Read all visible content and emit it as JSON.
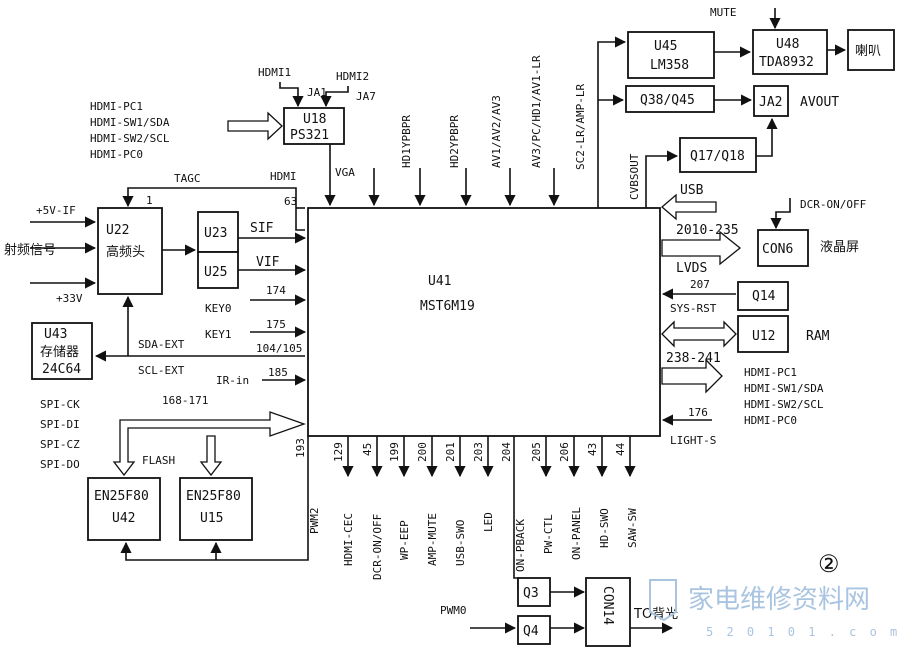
{
  "chips": {
    "main": {
      "ref": "U41",
      "model": "MST6M19"
    },
    "u22": {
      "ref": "U22",
      "desc": "高频头"
    },
    "u23": "U23",
    "u25": "U25",
    "u43": {
      "ref": "U43",
      "desc": "存储器",
      "model": "24C64"
    },
    "u18": {
      "ref": "U18",
      "model": "PS321"
    },
    "u45": {
      "ref": "U45",
      "model": "LM358"
    },
    "u48": {
      "ref": "U48",
      "model": "TDA8932"
    },
    "q38": "Q38/Q45",
    "ja2": "JA2",
    "q17": "Q17/Q18",
    "con6": "CON6",
    "q14": "Q14",
    "u12": "U12",
    "u42": {
      "model": "EN25F80",
      "ref": "U42"
    },
    "u15": {
      "model": "EN25F80",
      "ref": "U15"
    },
    "q3": "Q3",
    "q4": "Q4",
    "con14": "CON14"
  },
  "labels": {
    "mute": "MUTE",
    "speaker": "喇叭",
    "avout": "AVOUT",
    "hdmi1": "HDMI1",
    "hdmi2": "HDMI2",
    "ja1": "JA1",
    "ja7": "JA7",
    "u18_in": [
      "HDMI-PC1",
      "HDMI-SW1/SDA",
      "HDMI-SW2/SCL",
      "HDMI-PC0"
    ],
    "tagc": "TAGC",
    "pin1": "1",
    "p5v": "+5V-IF",
    "rf": "射频信号",
    "p33v": "+33V",
    "sif": "SIF",
    "vif": "VIF",
    "hdmi": "HDMI",
    "vga": "VGA",
    "pin63": "63",
    "top_in": [
      "HD1YPBPR",
      "HD2YPBPR",
      "AV1/AV2/AV3",
      "AV3/PC/HD1/AV1-LR",
      "SC2-LR/AMP-LR"
    ],
    "cvbsout": "CVBSOUT",
    "usb": "USB",
    "dcr": "DCR-ON/OFF",
    "lcd": "液晶屏",
    "n2010": "2010-235",
    "lvds": "LVDS",
    "n207": "207",
    "sysrst": "SYS-RST",
    "ram": "RAM",
    "n238": "238-241",
    "right_out": [
      "HDMI-PC1",
      "HDMI-SW1/SDA",
      "HDMI-SW2/SCL",
      "HDMI-PC0"
    ],
    "n176": "176",
    "lights": "LIGHT-S",
    "key0": "KEY0",
    "n174": "174",
    "key1": "KEY1",
    "n175": "175",
    "sdaext": "SDA-EXT",
    "n104": "104/105",
    "sclext": "SCL-EXT",
    "irin": "IR-in",
    "n185": "185",
    "n168": "168-171",
    "spi": [
      "SPI-CK",
      "SPI-DI",
      "SPI-CZ",
      "SPI-DO"
    ],
    "flash": "FLASH",
    "n193": "193",
    "pwm2": "PWM2",
    "bottom_pins": [
      "129",
      "45",
      "199",
      "200",
      "201",
      "203",
      "204",
      "205",
      "206",
      "43",
      "44"
    ],
    "bottom_sigs": [
      "HDMI-CEC",
      "DCR-ON/OFF",
      "WP-EEP",
      "AMP-MUTE",
      "USB-SWO",
      "LED",
      "ON-PBACK",
      "PW-CTL",
      "ON-PANEL",
      "HD-SWO",
      "SAW-SW"
    ],
    "pwm0": "PWM0",
    "tobacklight": "TO背光",
    "fignum": "②"
  },
  "watermark": {
    "text": "家电维修资料网",
    "url": "5 2 0 1 0 1 . c o m"
  }
}
